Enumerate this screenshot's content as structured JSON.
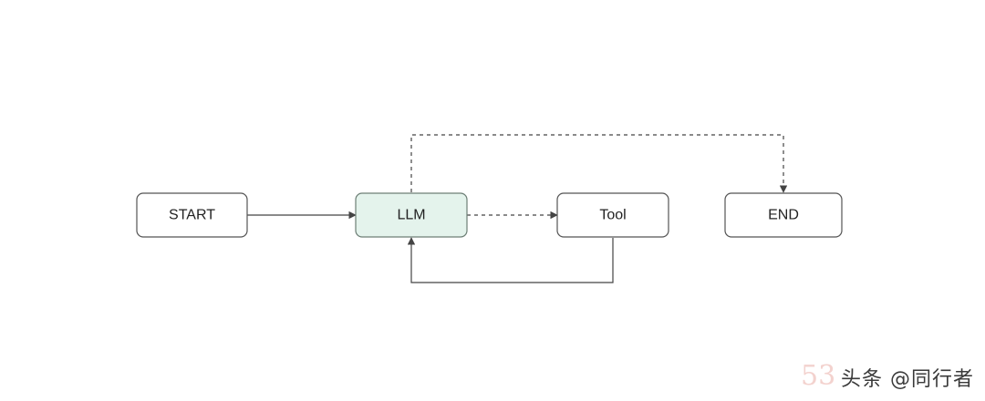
{
  "diagram": {
    "nodes": [
      {
        "id": "start",
        "label": "START",
        "highlighted": false
      },
      {
        "id": "llm",
        "label": "LLM",
        "highlighted": true
      },
      {
        "id": "tool",
        "label": "Tool",
        "highlighted": false
      },
      {
        "id": "end",
        "label": "END",
        "highlighted": false
      }
    ],
    "edges": [
      {
        "from": "start",
        "to": "llm",
        "style": "solid"
      },
      {
        "from": "llm",
        "to": "tool",
        "style": "dashed"
      },
      {
        "from": "tool",
        "to": "llm",
        "style": "solid"
      },
      {
        "from": "llm",
        "to": "end",
        "style": "dashed"
      }
    ],
    "colors": {
      "node_border": "#555555",
      "highlight_fill": "#e4f3ec",
      "edge": "#444444"
    }
  },
  "watermark": {
    "text": "头条 @同行者",
    "faint_mark": "53"
  }
}
